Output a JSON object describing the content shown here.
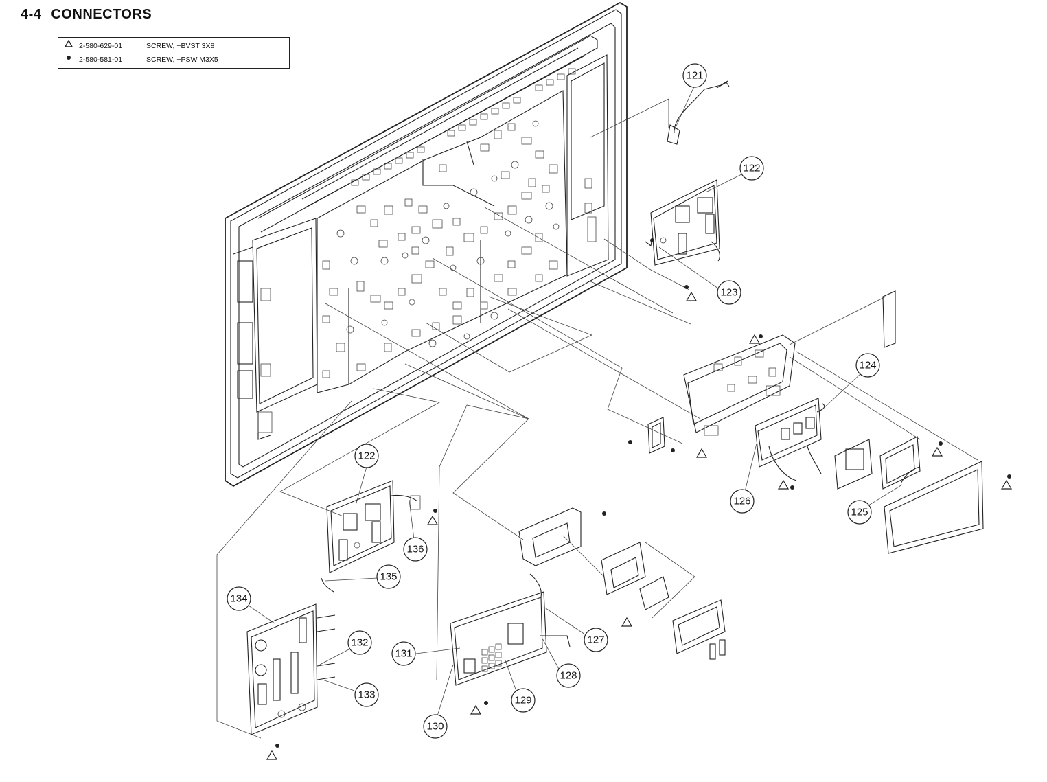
{
  "page": {
    "section_number": "4-4",
    "section_title": "CONNECTORS"
  },
  "legend": [
    {
      "symbol": "triangle",
      "part_number": "2-580-629-01",
      "description": "SCREW, +BVST 3X8"
    },
    {
      "symbol": "dot",
      "part_number": "2-580-581-01",
      "description": "SCREW, +PSW M3X5"
    }
  ],
  "callouts": [
    {
      "id": "121",
      "label": "121"
    },
    {
      "id": "122a",
      "label": "122"
    },
    {
      "id": "123",
      "label": "123"
    },
    {
      "id": "124",
      "label": "124"
    },
    {
      "id": "125",
      "label": "125"
    },
    {
      "id": "126",
      "label": "126"
    },
    {
      "id": "122b",
      "label": "122"
    },
    {
      "id": "136",
      "label": "136"
    },
    {
      "id": "135",
      "label": "135"
    },
    {
      "id": "134",
      "label": "134"
    },
    {
      "id": "132",
      "label": "132"
    },
    {
      "id": "133",
      "label": "133"
    },
    {
      "id": "127",
      "label": "127"
    },
    {
      "id": "128",
      "label": "128"
    },
    {
      "id": "129",
      "label": "129"
    },
    {
      "id": "130",
      "label": "130"
    },
    {
      "id": "131",
      "label": "131"
    }
  ]
}
